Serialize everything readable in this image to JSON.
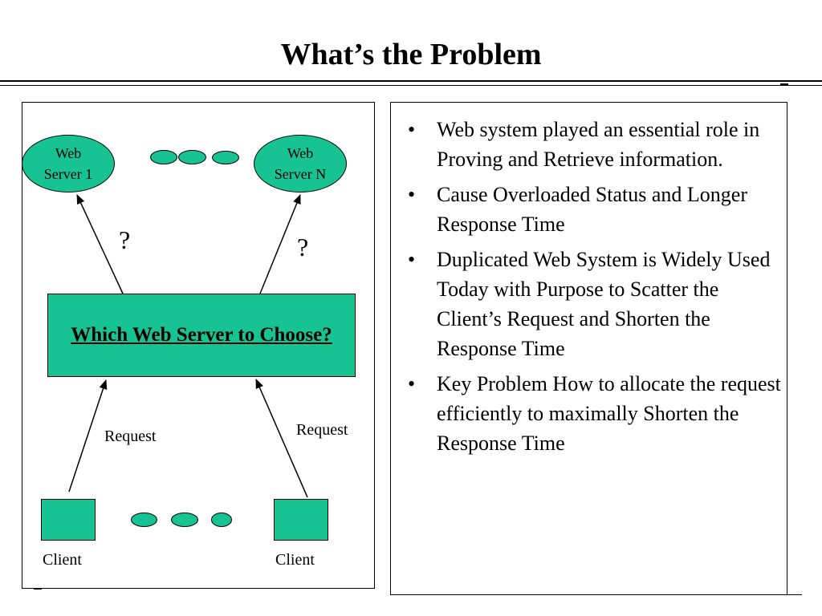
{
  "title": "What’s the Problem",
  "colors": {
    "accent": "#17c393",
    "border": "#000000"
  },
  "diagram": {
    "server_first": "Web\nServer 1",
    "server_last": "Web\nServer N",
    "question_mark": "?",
    "decision_box": "Which Web Server to Choose?",
    "request_label": "Request",
    "client_label": "Client"
  },
  "bullets": [
    "Web system played an essential role in Proving and Retrieve information.",
    "Cause Overloaded Status and Longer Response Time",
    "Duplicated Web System is Widely Used Today with Purpose to Scatter the Client’s Request and Shorten the Response Time",
    "Key Problem How to allocate the request efficiently to maximally Shorten the Response Time"
  ]
}
